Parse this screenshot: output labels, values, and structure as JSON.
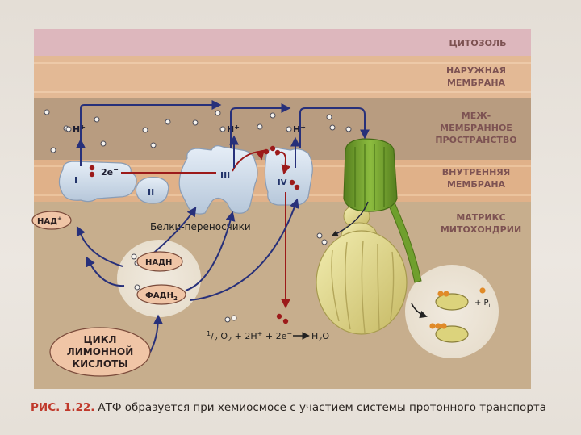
{
  "regions": {
    "cytosol": "ЦИТОЗОЛЬ",
    "outer_membrane_1": "НАРУЖНАЯ",
    "outer_membrane_2": "МЕМБРАНА",
    "intermembrane_1": "МЕЖ-",
    "intermembrane_2": "МЕМБРАННОЕ",
    "intermembrane_3": "ПРОСТРАНСТВО",
    "inner_membrane_1": "ВНУТРЕННЯЯ",
    "inner_membrane_2": "МЕМБРАНА",
    "matrix_1": "МАТРИКС",
    "matrix_2": "МИТОХОНДРИИ"
  },
  "complexes": {
    "c1": "I",
    "c2": "II",
    "c3": "III",
    "c4": "IV",
    "carrier_label": "Белки-переносчики"
  },
  "molecules": {
    "electrons": "2e",
    "electrons_sup": "−",
    "proton": "H",
    "proton_sup": "+",
    "nad": "НАД",
    "nad_sup": "+",
    "nadh": "НАДН",
    "fadh2": "ФАДН",
    "fadh2_sub": "2",
    "pi": "+ P",
    "pi_sub": "i"
  },
  "cycle": {
    "line1": "ЦИКЛ",
    "line2": "ЛИМОННОЙ",
    "line3": "КИСЛОТЫ"
  },
  "equation": {
    "half": "1",
    "slash": "/",
    "two": "2",
    "o": "O",
    "o_sub": "2",
    "plus_2h": "+ 2H",
    "plus_2h_sup": "+",
    "plus_2e": "+ 2e",
    "plus_2e_sup": "−",
    "h": "H",
    "h_sub": "2",
    "o_end": "O"
  },
  "caption": {
    "label": "РИС. 1.22.",
    "text": "АТФ образуется при хемиосмосе с участием системы протонного транспорта"
  },
  "colors": {
    "cytosol": "#ddb7bd",
    "outer_membrane": "#e3b995",
    "intermembrane": "#b89c80",
    "inner_membrane": "#e0b189",
    "matrix": "#c7ae8d",
    "arrow_blue": "#27307a",
    "electron_red": "#9c1a1a",
    "region_label": "#7d5252",
    "atp_synthase_green": "#6f9f2d",
    "atp_synthase_yellow": "#dcd37c"
  }
}
